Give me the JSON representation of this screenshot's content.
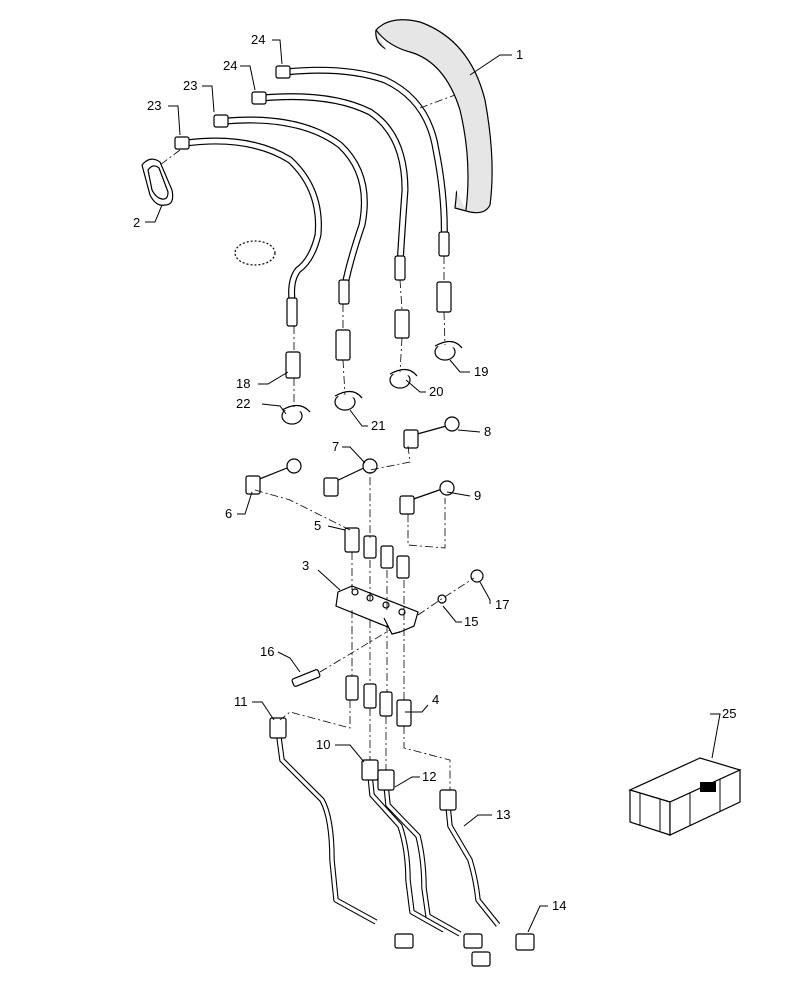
{
  "callouts": [
    {
      "id": "1",
      "label": "1"
    },
    {
      "id": "2",
      "label": "2"
    },
    {
      "id": "3",
      "label": "3"
    },
    {
      "id": "4",
      "label": "4"
    },
    {
      "id": "5",
      "label": "5"
    },
    {
      "id": "6",
      "label": "6"
    },
    {
      "id": "7",
      "label": "7"
    },
    {
      "id": "8",
      "label": "8"
    },
    {
      "id": "9",
      "label": "9"
    },
    {
      "id": "10",
      "label": "10"
    },
    {
      "id": "11",
      "label": "11"
    },
    {
      "id": "12",
      "label": "12"
    },
    {
      "id": "13",
      "label": "13"
    },
    {
      "id": "14",
      "label": "14"
    },
    {
      "id": "15",
      "label": "15"
    },
    {
      "id": "16",
      "label": "16"
    },
    {
      "id": "17",
      "label": "17"
    },
    {
      "id": "18",
      "label": "18"
    },
    {
      "id": "19",
      "label": "19"
    },
    {
      "id": "20",
      "label": "20"
    },
    {
      "id": "21",
      "label": "21"
    },
    {
      "id": "22",
      "label": "22"
    },
    {
      "id": "23a",
      "label": "23"
    },
    {
      "id": "23b",
      "label": "23"
    },
    {
      "id": "24a",
      "label": "24"
    },
    {
      "id": "24b",
      "label": "24"
    },
    {
      "id": "25",
      "label": "25"
    }
  ]
}
